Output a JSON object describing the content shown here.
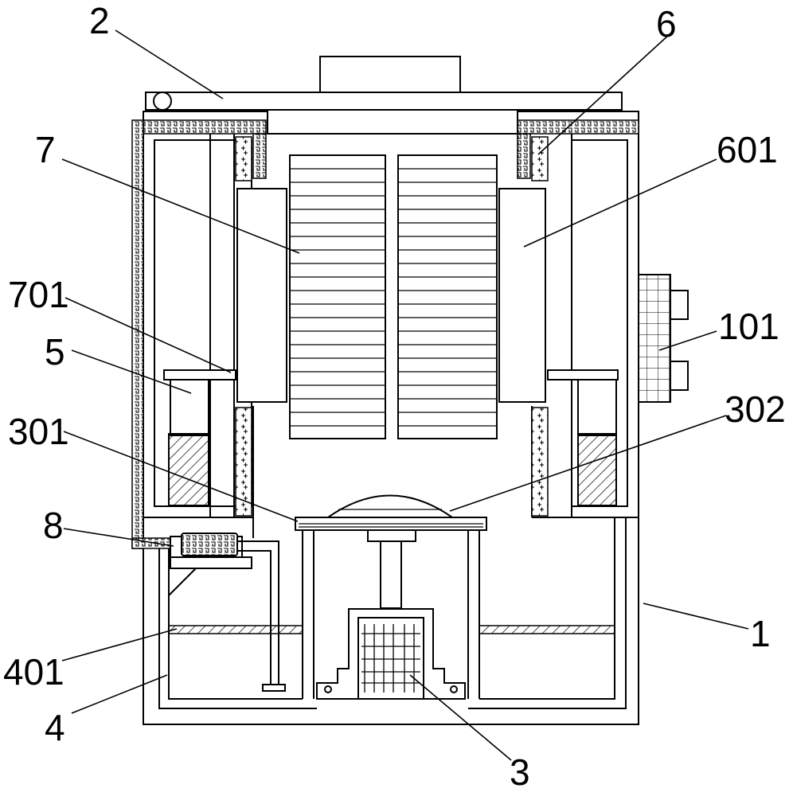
{
  "labels": {
    "l1": "1",
    "l101": "101",
    "l2": "2",
    "l3": "3",
    "l301": "301",
    "l302": "302",
    "l4": "4",
    "l401": "401",
    "l5": "5",
    "l6": "6",
    "l601": "601",
    "l7": "7",
    "l701": "701",
    "l8": "8"
  }
}
